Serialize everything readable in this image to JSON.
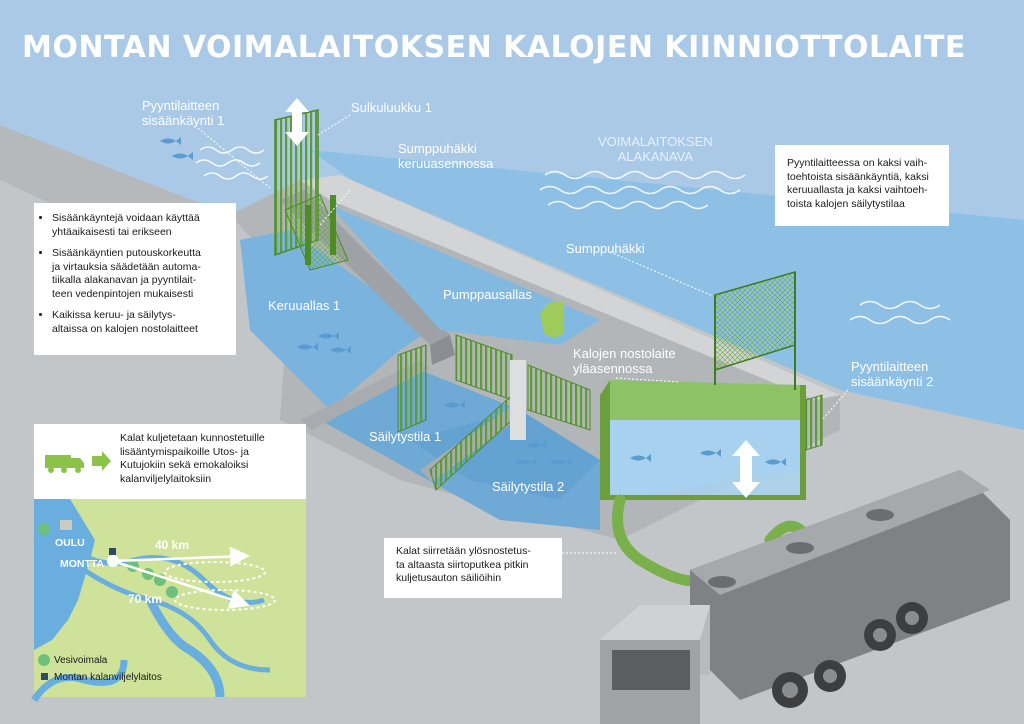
{
  "title": "MONTAN VOIMALAITOKSEN KALOJEN KIINNIOTTOLAITE",
  "labels": {
    "entrance1": "Pyyntilaitteen\nsisäänkäynti 1",
    "lock1": "Sulkuluukku 1",
    "sump_collect": "Sumppuhäkki\nkeruuasennossa",
    "canal": "VOIMALAITOKSEN\nALAKANAVA",
    "sump": "Sumppuhäkki",
    "pool1": "Keruuallas 1",
    "pump_pool": "Pumppausallas",
    "lift_up": "Kalojen nostolaite\nyläasennossa",
    "entrance2": "Pyyntilaitteen\nsisäänkäynti 2",
    "storage1": "Säilytystila 1",
    "storage2": "Säilytystila 2"
  },
  "info_right": "Pyyntilaitteessa on kaksi vaih-\ntoehtoista sisäänkäyntiä, kaksi\nkeruuallasta ja kaksi vaihtoeh-\ntoista kalojen säilytystilaa",
  "info_left": [
    "Sisäänkäyntejä voidaan käyttää\nyhtäaikaisesti tai erikseen",
    "Sisäänkäyntien putouskorkeutta\nja virtauksia säädetään automa-\ntiikalla alakanavan ja pyyntilait-\nteen vedenpintojen mukaisesti",
    "Kaikissa keruu- ja säilytys-\naltaissa on kalojen nostolaitteet"
  ],
  "transport_text": "Kalat kuljetetaan kunnostetuille\nlisääntymispaikoille Utos- ja\nKutujokiin sekä emokaloiksi\nkalanviljelylaitoksiin",
  "map": {
    "oulu": "OULU",
    "montta": "MONTTA",
    "dist1": "40 km",
    "dist2": "70 km",
    "legend_hydro": "Vesivoimala",
    "legend_farm": "Montan kalanviljelylaitos"
  },
  "transfer_text": "Kalat siirretään ylösnostetus-\nta altaasta siirtoputkea pitkin\nkuljetusauton säiliöihin",
  "colors": {
    "sky": "#a9c9e6",
    "concrete": "#b9bcbf",
    "water": "#73aedb",
    "green": "#7db84a",
    "map_land": "#cfe29a",
    "map_water": "#6aaee0",
    "truck": "#8e9193"
  }
}
